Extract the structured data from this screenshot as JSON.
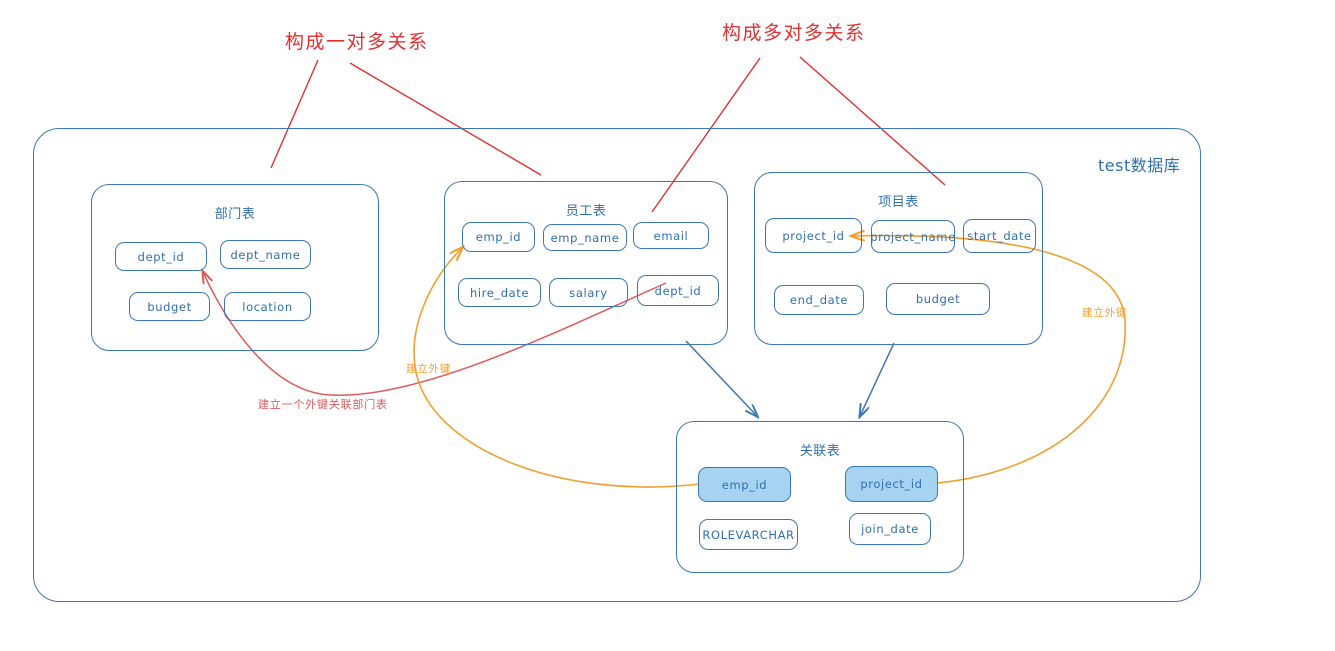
{
  "diagram": {
    "title": "test数据库",
    "type": "er-diagram"
  },
  "tables": [
    {
      "id": "department",
      "title": "部门表",
      "fields": [
        {
          "label": "dept_id",
          "highlight": false
        },
        {
          "label": "dept_name",
          "highlight": false
        },
        {
          "label": "budget",
          "highlight": false
        },
        {
          "label": "location",
          "highlight": false
        }
      ]
    },
    {
      "id": "employee",
      "title": "员工表",
      "fields": [
        {
          "label": "emp_id",
          "highlight": false
        },
        {
          "label": "emp_name",
          "highlight": false
        },
        {
          "label": "email",
          "highlight": false
        },
        {
          "label": "hire_date",
          "highlight": false
        },
        {
          "label": "salary",
          "highlight": false
        },
        {
          "label": "dept_id",
          "highlight": false
        }
      ]
    },
    {
      "id": "project",
      "title": "项目表",
      "fields": [
        {
          "label": "project_id",
          "highlight": false
        },
        {
          "label": "project_name",
          "highlight": false
        },
        {
          "label": "start_date",
          "highlight": false
        },
        {
          "label": "end_date",
          "highlight": false
        },
        {
          "label": "budget",
          "highlight": false
        }
      ]
    },
    {
      "id": "junction",
      "title": "关联表",
      "fields": [
        {
          "label": "emp_id",
          "highlight": true
        },
        {
          "label": "project_id",
          "highlight": true
        },
        {
          "label": "ROLEVARCHAR",
          "highlight": false
        },
        {
          "label": "join_date",
          "highlight": false
        }
      ]
    }
  ],
  "annotations": {
    "one_to_many": "构成一对多关系",
    "many_to_many": "构成多对多关系",
    "fk_department": "建立一个外键关联部门表",
    "fk_emp": "建立外键",
    "fk_project": "建立外键"
  },
  "colors": {
    "table_border": "#3c78b4",
    "table_text": "#2f6fb0",
    "fk_fill": "#a6d3f2",
    "annotation_red": "#e03030",
    "annotation_red_small": "#e05a5a",
    "annotation_orange": "#f0a030",
    "arrow_blue": "#3c78b4"
  }
}
